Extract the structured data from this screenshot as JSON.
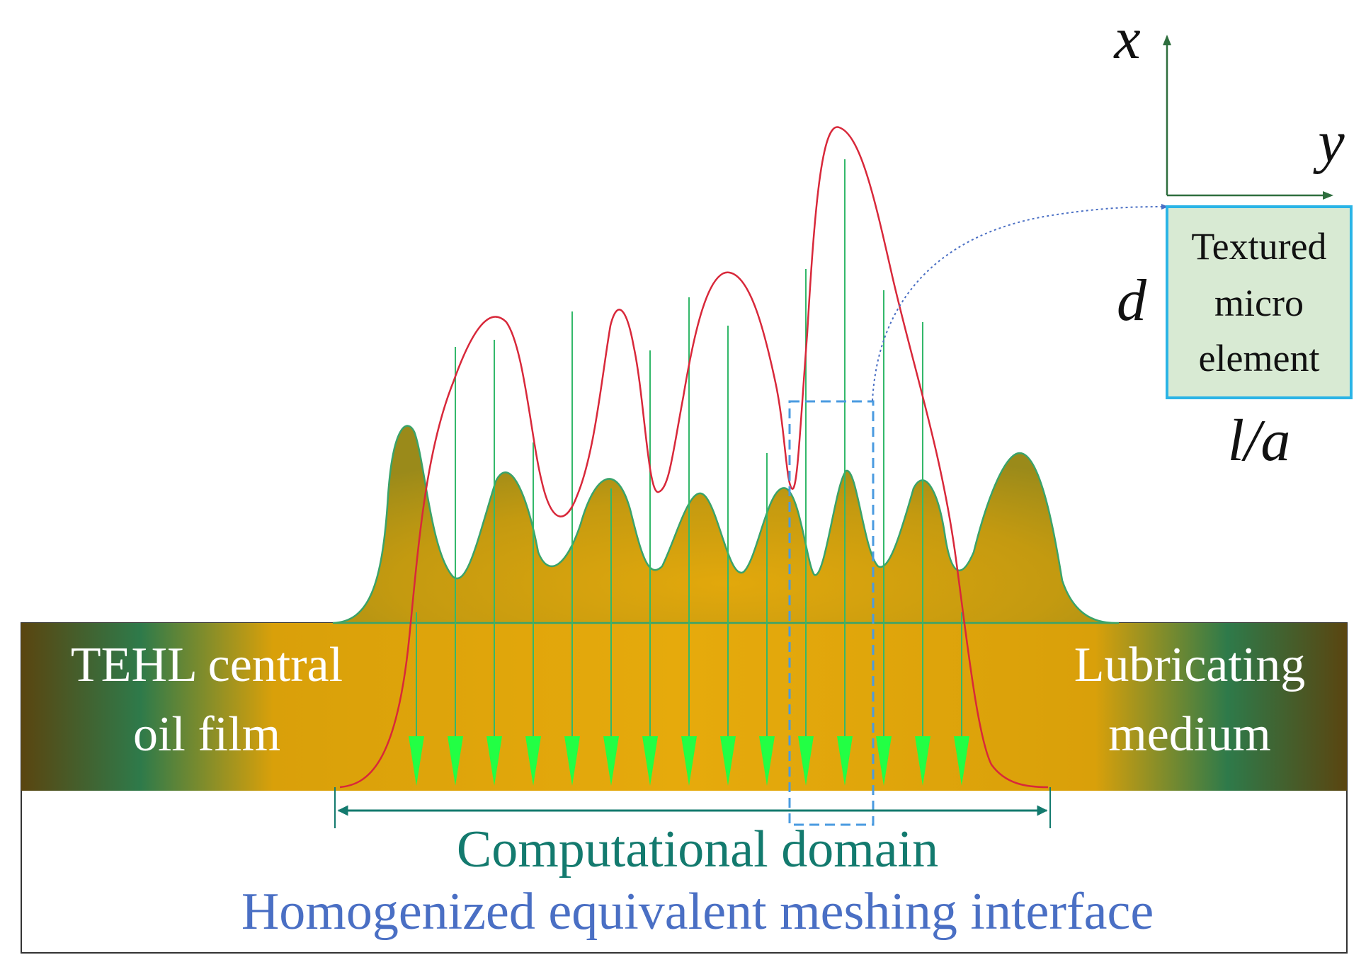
{
  "labels": {
    "left_film_line1": "TEHL central",
    "left_film_line2": "oil film",
    "right_film_line1": "Lubricating",
    "right_film_line2": "medium",
    "domain_label": "Computational domain",
    "interface_label": "Homogenized equivalent meshing interface",
    "element_line1": "Textured",
    "element_line2": "micro",
    "element_line3": "element",
    "axis_x": "x",
    "axis_y": "y",
    "dim_height": "d",
    "dim_width": "l/a"
  },
  "colors": {
    "film_dark": "#5e4a10",
    "film_mid": "#2e7d4f",
    "film_gold": "#d9a00a",
    "profile_fill": "#b8950e",
    "profile_stroke": "#3aa36a",
    "pressure_curve": "#d8283a",
    "arrow_line": "#33b86a",
    "arrow_head": "#22ff44",
    "domain_teal": "#137a6e",
    "interface_blue": "#4a6fc4",
    "element_fill": "#d8ead3",
    "element_border": "#2ab4e6",
    "axis_green": "#2e6e3e",
    "dashed_blue": "#4a9be0"
  },
  "icons": {
    "axis_arrow": "arrow-up-right-axes",
    "load_arrow": "arrow-down-icon"
  }
}
